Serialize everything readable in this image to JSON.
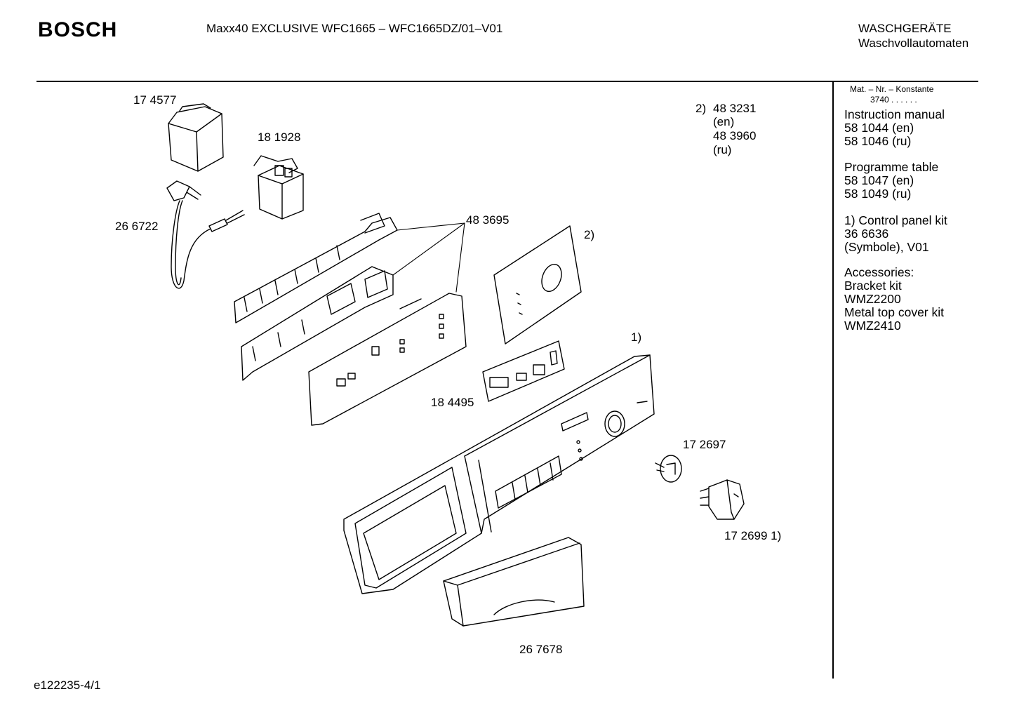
{
  "header": {
    "brand": "BOSCH",
    "model": "Maxx40 EXCLUSIVE WFC1665 – WFC1665DZ/01–V01",
    "category_line1": "WASCHGERÄTE",
    "category_line2": "Waschvollautomaten"
  },
  "sidebar": {
    "mat_header": "Mat. – Nr. – Konstante",
    "mat_value": "3740 .  .  .  .  .  .",
    "instruction_manual": {
      "title": "Instruction manual",
      "line1": "58 1044 (en)",
      "line2": "58 1046 (ru)"
    },
    "programme_table": {
      "title": "Programme table",
      "line1": "58 1047 (en)",
      "line2": "58 1049 (ru)"
    },
    "control_panel_kit": {
      "title": "1) Control panel kit",
      "line1": "36 6636",
      "line2": "(Symbole), V01"
    },
    "accessories": {
      "title": "Accessories:",
      "line1": "Bracket kit",
      "line2": "WMZ2200",
      "line3": "Metal top cover kit",
      "line4": "WMZ2410"
    }
  },
  "note_2": {
    "prefix": "2)",
    "line1": "48 3231",
    "line2": "(en)",
    "line3": "48 3960",
    "line4": "(ru)"
  },
  "parts": {
    "p174577": "17 4577",
    "p181928": "18 1928",
    "p266722": "26 6722",
    "p483695": "48 3695",
    "marker2": "2)",
    "marker1": "1)",
    "p184495": "18 4495",
    "p172697": "17 2697",
    "p172699": "17 2699 1)",
    "p267678": "26 7678"
  },
  "footer": {
    "doc_id": "e122235-4/1"
  }
}
